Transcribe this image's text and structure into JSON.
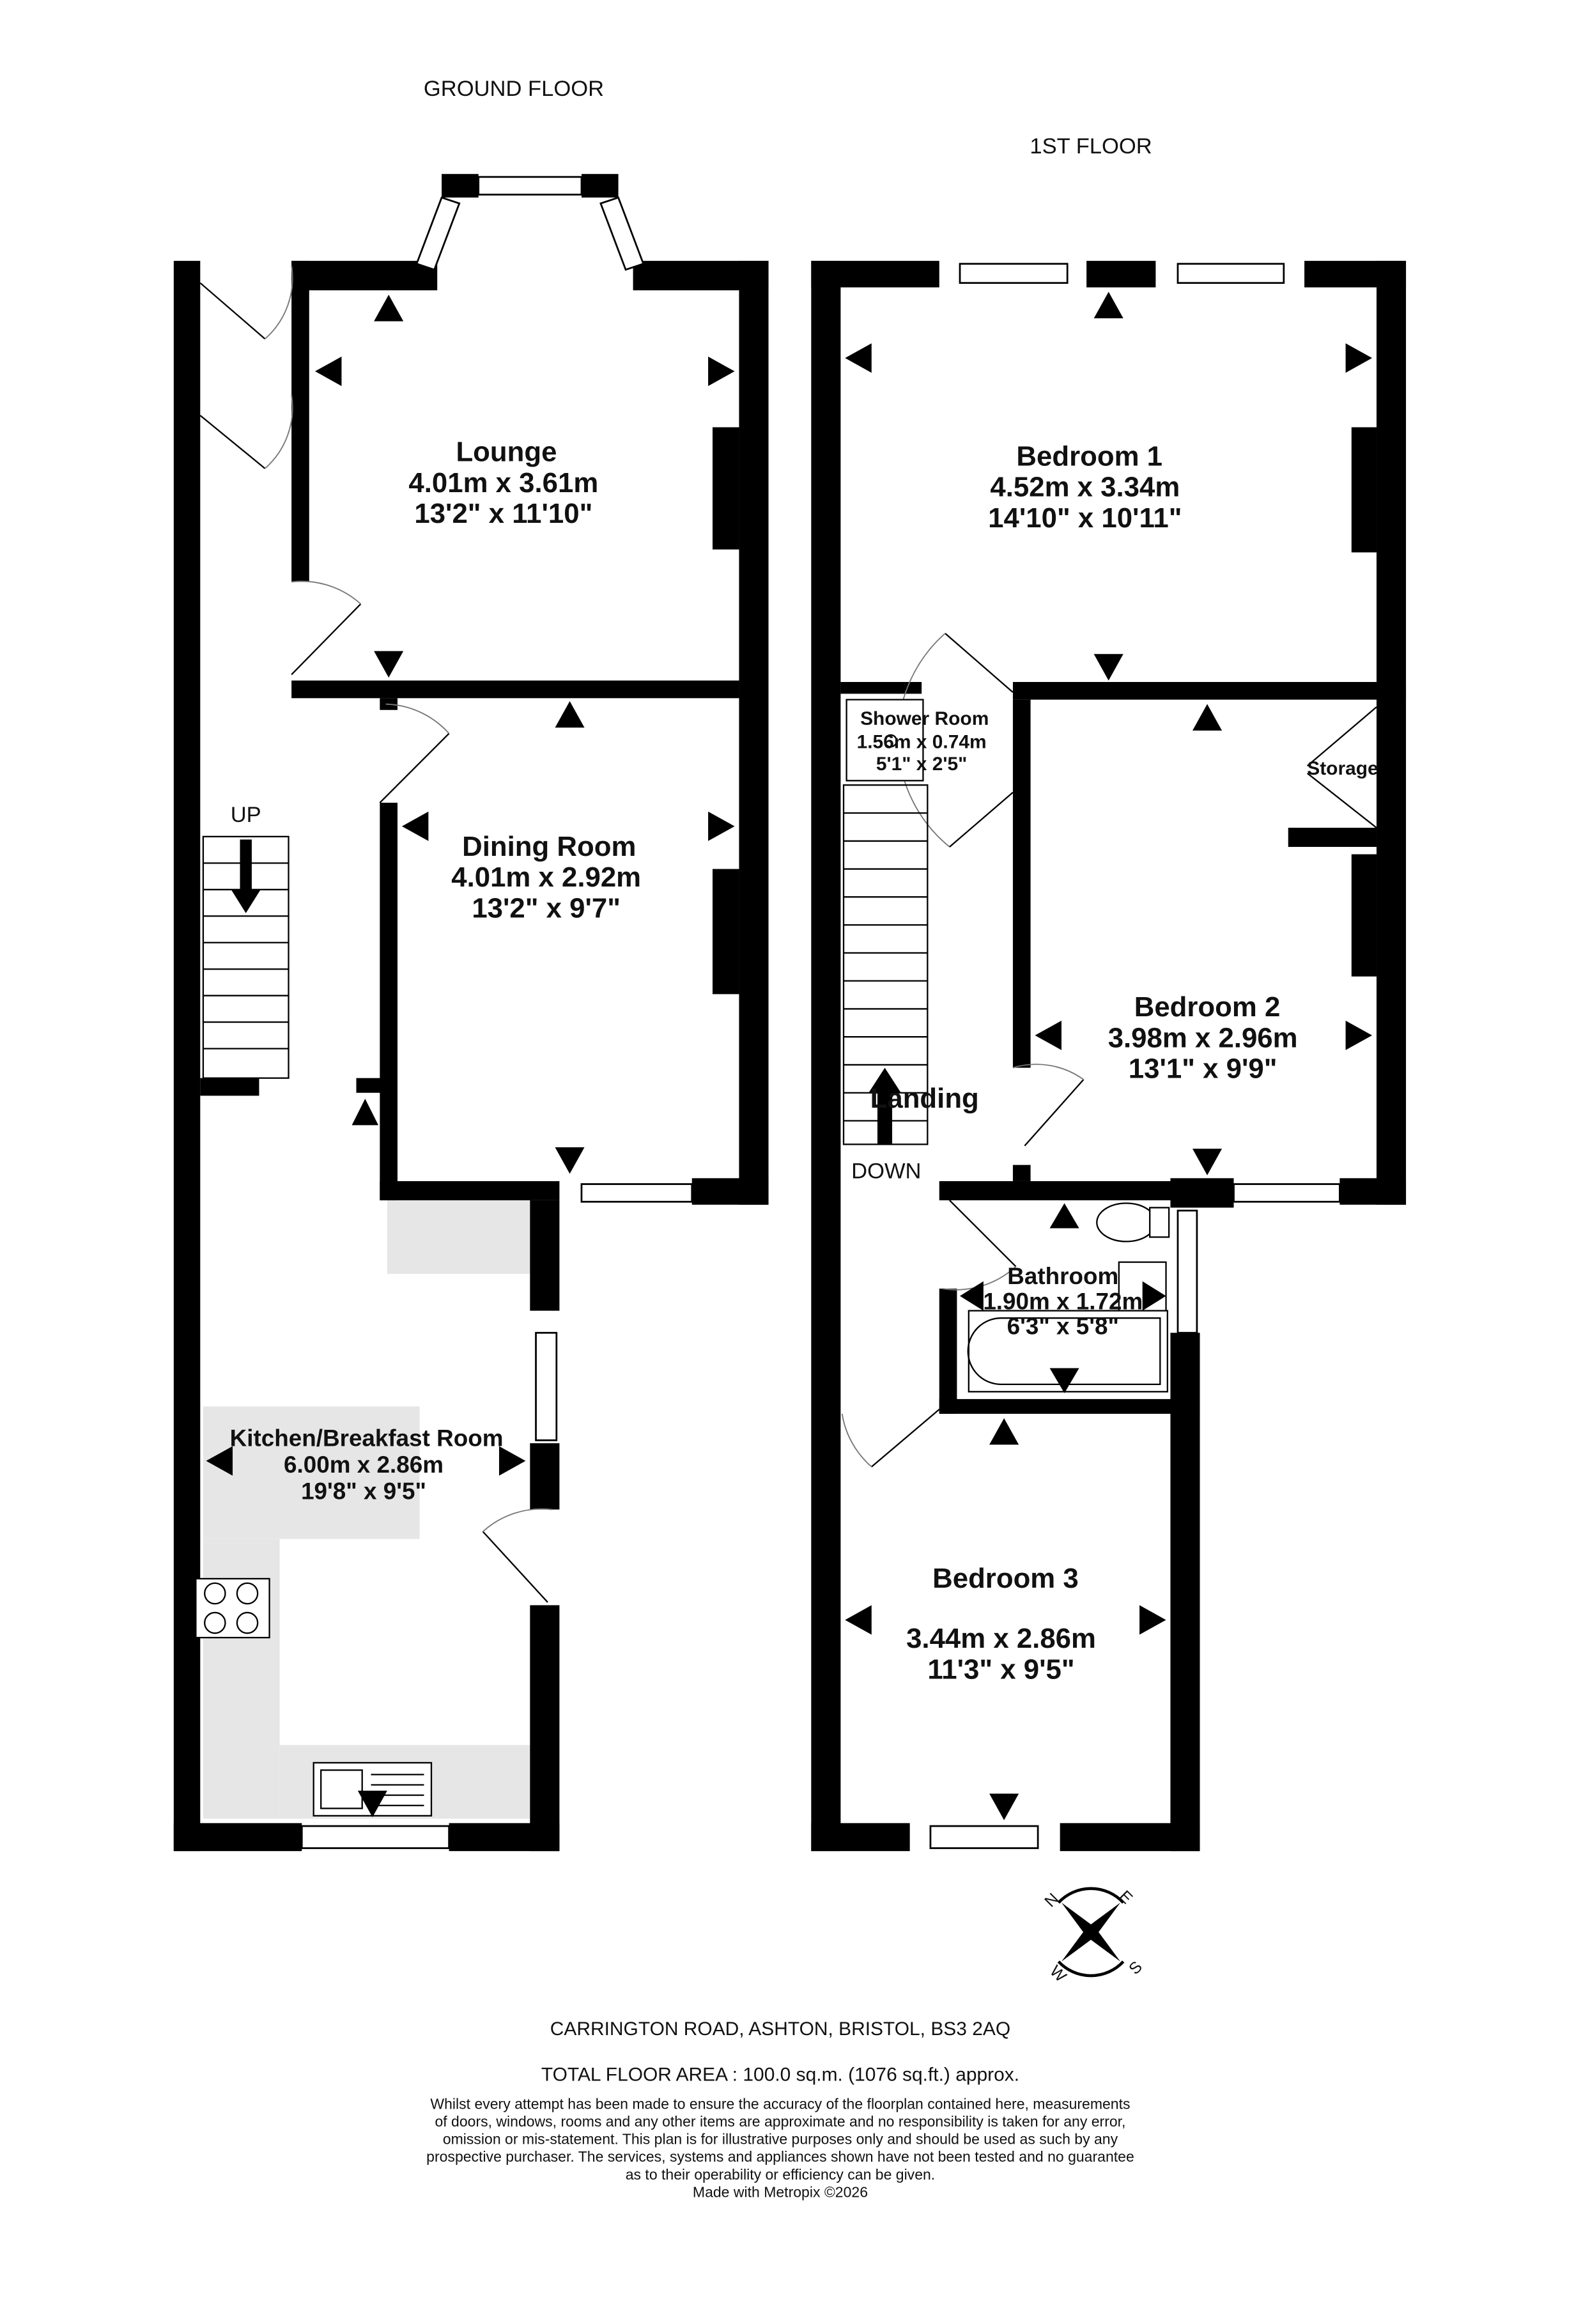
{
  "floors": {
    "ground": {
      "title": "GROUND FLOOR",
      "stairs_label": "UP",
      "rooms": [
        {
          "name": "Lounge",
          "metric": "4.01m  x 3.61m",
          "imperial": "13'2\"  x 11'10\""
        },
        {
          "name": "Dining Room",
          "metric": "4.01m  x 2.92m",
          "imperial": "13'2\"  x 9'7\""
        },
        {
          "name": "Kitchen/Breakfast Room",
          "metric": "6.00m  x 2.86m",
          "imperial": "19'8\"  x 9'5\""
        }
      ]
    },
    "first": {
      "title": "1ST FLOOR",
      "stairs_label": "DOWN",
      "rooms": [
        {
          "name": "Bedroom 1",
          "metric": "4.52m  x 3.34m",
          "imperial": "14'10\"  x 10'11\""
        },
        {
          "name": "Shower Room",
          "metric": "1.56m  x 0.74m",
          "imperial": "5'1\"  x 2'5\""
        },
        {
          "name": "Storage"
        },
        {
          "name": "Bedroom 2",
          "metric": "3.98m  x 2.96m",
          "imperial": "13'1\"  x 9'9\""
        },
        {
          "name": "Landing"
        },
        {
          "name": "Bathroom",
          "metric": "1.90m  x 1.72m",
          "imperial": "6'3\"  x 5'8\""
        },
        {
          "name": "Bedroom 3",
          "metric": "3.44m  x 2.86m",
          "imperial": "11'3\"  x 9'5\""
        }
      ]
    }
  },
  "compass": {
    "n": "N",
    "e": "E",
    "s": "S",
    "w": "W"
  },
  "footer": {
    "address": "CARRINGTON ROAD, ASHTON, BRISTOL, BS3 2AQ",
    "total_area": "TOTAL FLOOR AREA : 100.0 sq.m. (1076 sq.ft.) approx.",
    "disclaimer": [
      "Whilst every attempt has been made to ensure the accuracy of the floorplan contained here, measurements",
      "of doors, windows, rooms and any other items are approximate and no responsibility is taken for any error,",
      "omission or mis-statement. This plan is for illustrative purposes only and should be used as such by any",
      "prospective purchaser. The services, systems and appliances shown have not been tested and no guarantee",
      "as to their operability or efficiency can be given."
    ],
    "credit": "Made with Metropix ©2026"
  }
}
